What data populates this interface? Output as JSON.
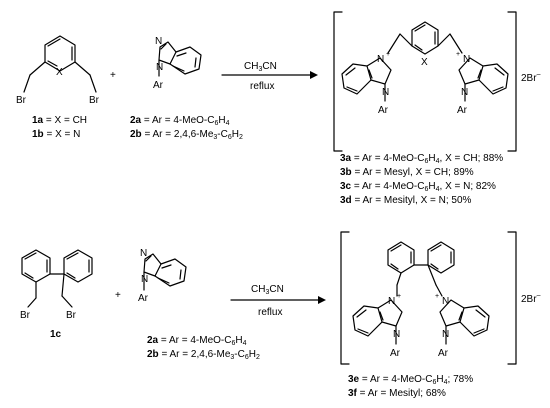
{
  "colors": {
    "ink": "#000000",
    "background": "#ffffff"
  },
  "atoms": {
    "bromine": "Br",
    "nitrogen": "N",
    "x_atom": "X",
    "aryl": "Ar",
    "plus": "+"
  },
  "counterion": {
    "text": "2Br",
    "charge": "–"
  },
  "reaction1": {
    "reagent": "CH",
    "reagent_sub": "3",
    "reagent_tail": "CN",
    "condition": "reflux",
    "start_labels": [
      {
        "id": "1a",
        "text": " = X = CH"
      },
      {
        "id": "1b",
        "text": " = X = N"
      }
    ],
    "partner_labels": [
      {
        "id": "2a",
        "text": " = Ar = 4-MeO-C",
        "s1": "6",
        "mid": "H",
        "s2": "4",
        "tail": ""
      },
      {
        "id": "2b",
        "text": " = Ar = 2,4,6-Me",
        "s1": "3",
        "mid": "-C",
        "s2": "6",
        "tail": "H",
        "s3": "2"
      }
    ],
    "products": [
      {
        "id": "3a",
        "pre": " = Ar = 4-MeO-C",
        "s1": "6",
        "mid": "H",
        "s2": "4",
        "tail": ", X = CH; 88%"
      },
      {
        "id": "3b",
        "pre": " = Ar = Mesyl, X = CH; 89%"
      },
      {
        "id": "3c",
        "pre": " = Ar = 4-MeO-C",
        "s1": "6",
        "mid": "H",
        "s2": "4",
        "tail": ", X = N; 82%"
      },
      {
        "id": "3d",
        "pre": " = Ar = Mesityl, X = N; 50%"
      }
    ]
  },
  "reaction2": {
    "start_id": "1c",
    "reagent": "CH",
    "reagent_sub": "3",
    "reagent_tail": "CN",
    "condition": "reflux",
    "partner_labels": [
      {
        "id": "2a",
        "text": " = Ar = 4-MeO-C",
        "s1": "6",
        "mid": "H",
        "s2": "4"
      },
      {
        "id": "2b",
        "text": " = Ar = 2,4,6-Me",
        "s1": "3",
        "mid": "-C",
        "s2": "6",
        "tail": "H",
        "s3": "2"
      }
    ],
    "products": [
      {
        "id": "3e",
        "pre": " = Ar = 4-MeO-C",
        "s1": "6",
        "mid": "H",
        "s2": "4",
        "tail": "; 78%"
      },
      {
        "id": "3f",
        "pre": " = Ar = Mesityl; 68%"
      }
    ]
  }
}
